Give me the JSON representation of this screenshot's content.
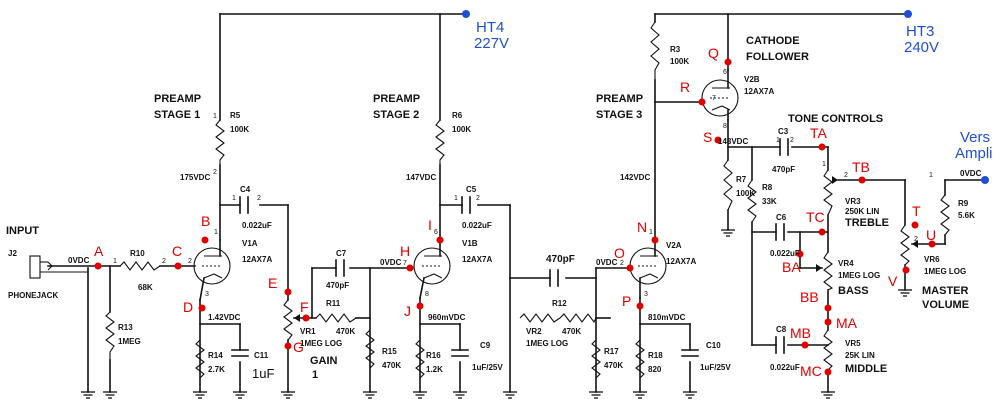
{
  "colors": {
    "wire": "#111111",
    "test_point": "#e00000",
    "supply": "#1f4fd8"
  },
  "supplies": {
    "ht4_name": "HT4",
    "ht4_volt": "227V",
    "ht3_name": "HT3",
    "ht3_volt": "240V",
    "vers_1": "Vers",
    "vers_2": "Ampli"
  },
  "sections": {
    "input": "INPUT",
    "stage1_a": "PREAMP",
    "stage1_b": "STAGE 1",
    "stage2_a": "PREAMP",
    "stage2_b": "STAGE 2",
    "stage3_a": "PREAMP",
    "stage3_b": "STAGE 3",
    "cathode_a": "CATHODE",
    "cathode_b": "FOLLOWER",
    "tone": "TONE CONTROLS",
    "gain_a": "GAIN",
    "gain_b": "1",
    "treble": "TREBLE",
    "bass": "BASS",
    "middle": "MIDDLE",
    "master_a": "MASTER",
    "master_b": "VOLUME"
  },
  "components": {
    "j2": "J2",
    "phonejack": "PHONEJACK",
    "r10": "R10",
    "r10v": "68K",
    "r13": "R13",
    "r13v": "1MEG",
    "r5": "R5",
    "r5v": "100K",
    "c4": "C4",
    "c4v": "0.022uF",
    "v1a": "V1A",
    "v1a_t": "12AX7A",
    "r14": "R14",
    "r14v": "2.7K",
    "c11": "C11",
    "c11v": "1uF",
    "c7": "C7",
    "c7v": "470pF",
    "r11": "R11",
    "r11v": "470K",
    "vr1": "VR1",
    "vr1v": "1MEG LOG",
    "r15": "R15",
    "r15v": "470K",
    "r6": "R6",
    "r6v": "100K",
    "c5": "C5",
    "c5v": "0.022uF",
    "v1b": "V1B",
    "v1b_t": "12AX7A",
    "r16": "R16",
    "r16v": "1.2K",
    "c9": "C9",
    "c9v": "1uF/25V",
    "c_mid": "470pF",
    "r12": "R12",
    "r12v": "470K",
    "vr2": "VR2",
    "vr2v": "1MEG LOG",
    "r17": "R17",
    "r17v": "470K",
    "r3": "R3",
    "r3v": "100K",
    "v2b": "V2B",
    "v2b_t": "12AX7A",
    "v2a": "V2A",
    "v2a_t": "12AX7A",
    "r7": "R7",
    "r7v": "100K",
    "r18": "R18",
    "r18v": "820",
    "c10": "C10",
    "c10v": "1uF/25V",
    "c3": "C3",
    "c3v": "470pF",
    "r8": "R8",
    "r8v": "33K",
    "c6": "C6",
    "c6v": "0.022uF",
    "c8": "C8",
    "c8v": "0.022uF",
    "vr3": "VR3",
    "vr3v": "250K LIN",
    "vr4": "VR4",
    "vr4v": "1MEG LOG",
    "vr5": "VR5",
    "vr5v": "25K LIN",
    "vr6": "VR6",
    "vr6v": "1MEG LOG",
    "r9": "R9",
    "r9v": "5.6K"
  },
  "voltages": {
    "in0": "0VDC",
    "v175": "175VDC",
    "v142_1": "1.42VDC",
    "v0_2": "0VDC",
    "v147": "147VDC",
    "v960": "960mVDC",
    "v0_3": "0VDC",
    "v142": "142VDC",
    "v810": "810mVDC",
    "v143": "143VDC",
    "v0_4": "0VDC"
  },
  "test_points": {
    "A": "A",
    "B": "B",
    "C": "C",
    "D": "D",
    "E": "E",
    "F": "F",
    "G": "G",
    "H": "H",
    "I": "I",
    "J": "J",
    "N": "N",
    "O": "O",
    "P": "P",
    "Q": "Q",
    "R": "R",
    "S": "S",
    "T": "T",
    "U": "U",
    "V": "V",
    "TA": "TA",
    "TB": "TB",
    "TC": "TC",
    "BA": "BA",
    "BB": "BB",
    "MA": "MA",
    "MB": "MB",
    "MC": "MC"
  }
}
